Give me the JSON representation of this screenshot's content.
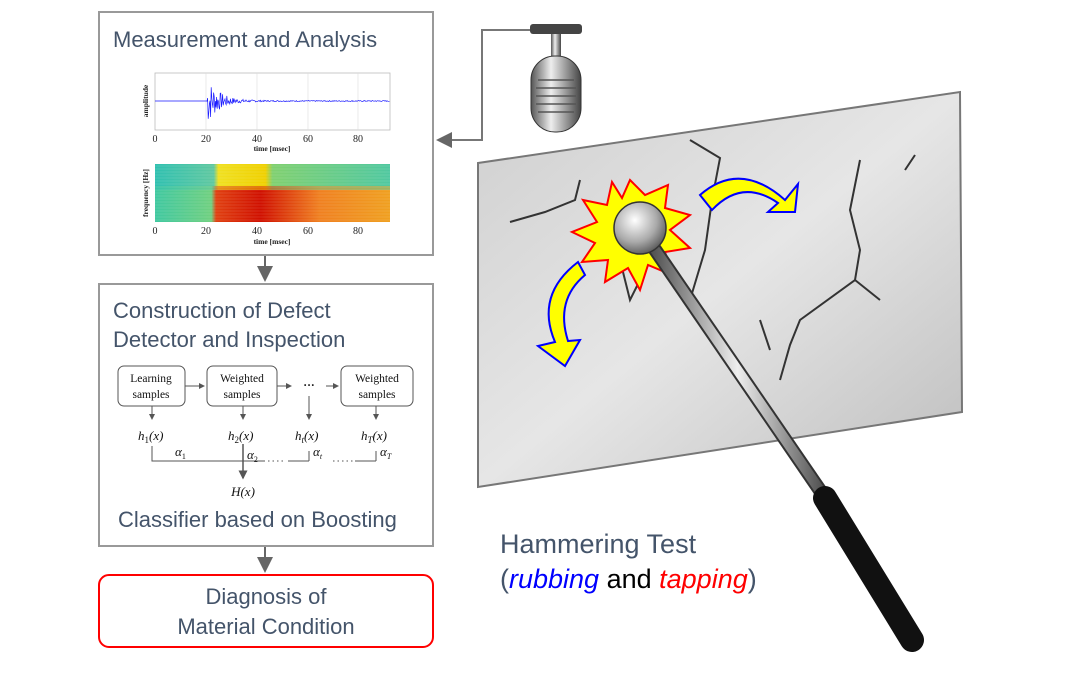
{
  "panels": {
    "measurement": {
      "title": "Measurement and Analysis"
    },
    "detector": {
      "title_line1": "Construction of Defect",
      "title_line2": "Detector and Inspection",
      "caption": "Classifier based on Boosting"
    },
    "diagnosis": {
      "line1": "Diagnosis of",
      "line2": "Material Condition"
    }
  },
  "waveform_plot": {
    "ylabel": "amplitude",
    "xlabel": "time [msec]",
    "xticks": [
      "0",
      "20",
      "40",
      "60",
      "80"
    ]
  },
  "spectrogram_plot": {
    "ylabel": "frequency [Hz]",
    "xlabel": "time [msec]",
    "xticks": [
      "0",
      "20",
      "40",
      "60",
      "80"
    ]
  },
  "boosting": {
    "boxes": [
      {
        "line1": "Learning",
        "line2": "samples"
      },
      {
        "line1": "Weighted",
        "line2": "samples"
      },
      {
        "line1": "Weighted",
        "line2": "samples"
      }
    ],
    "ellipsis": "···",
    "classifiers": [
      {
        "h": "h",
        "sub": "1",
        "arg": "(x)"
      },
      {
        "h": "h",
        "sub": "2",
        "arg": "(x)"
      },
      {
        "h": "h",
        "sub": "t",
        "arg": "(x)"
      },
      {
        "h": "h",
        "sub": "T",
        "arg": "(x)"
      }
    ],
    "weights": [
      {
        "a": "α",
        "sub": "1"
      },
      {
        "a": "α",
        "sub": "2"
      },
      {
        "a": "α",
        "sub": "t"
      },
      {
        "a": "α",
        "sub": "T"
      }
    ],
    "output": "H(x)"
  },
  "hammering": {
    "title": "Hammering Test",
    "open": "(",
    "rubbing": "rubbing",
    "and": " and ",
    "tapping": "tapping",
    "close": ")"
  },
  "colors": {
    "box_border": "#999999",
    "diagnosis_border": "#ff0000",
    "title_text": "#44546a",
    "rubbing": "#0000ff",
    "tapping": "#ff0000",
    "arrow_fill": "#ffff00",
    "arrow_stroke": "#0000ff"
  }
}
